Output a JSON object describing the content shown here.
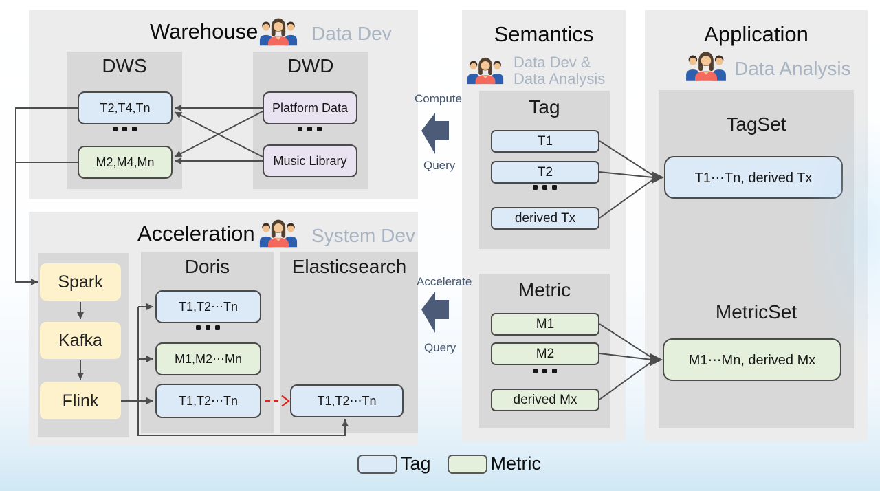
{
  "warehouse": {
    "title": "Warehouse",
    "role": "Data Dev",
    "dws": {
      "title": "DWS",
      "tag_box": "T2,T4,Tn",
      "ellipsis": "...",
      "metric_box": "M2,M4,Mn"
    },
    "dwd": {
      "title": "DWD",
      "box1": "Platform Data",
      "ellipsis": "...",
      "box2": "Music Library"
    }
  },
  "acceleration": {
    "title": "Acceleration",
    "role": "System Dev",
    "pipeline": [
      "Spark",
      "Kafka",
      "Flink"
    ],
    "doris": {
      "title": "Doris",
      "tag_box": "T1,T2⋯Tn",
      "ellipsis": "...",
      "metric_box": "M1,M2⋯Mn",
      "tag_box2": "T1,T2⋯Tn"
    },
    "elasticsearch": {
      "title": "Elasticsearch",
      "tag_box": "T1,T2⋯Tn"
    }
  },
  "semantics": {
    "title": "Semantics",
    "role_line1": "Data Dev &",
    "role_line2": "Data Analysis",
    "tag": {
      "title": "Tag",
      "boxes": [
        "T1",
        "T2"
      ],
      "ellipsis": "...",
      "derived": "derived Tx"
    },
    "metric": {
      "title": "Metric",
      "boxes": [
        "M1",
        "M2"
      ],
      "ellipsis": "...",
      "derived": "derived Mx"
    }
  },
  "application": {
    "title": "Application",
    "role": "Data Analysis",
    "tagset": {
      "title": "TagSet",
      "box": "T1⋯Tn, derived Tx"
    },
    "metricset": {
      "title": "MetricSet",
      "box": "M1⋯Mn, derived Mx"
    }
  },
  "flow_arrows": {
    "compute_label": "Compute",
    "compute_query_label": "Query",
    "accelerate_label": "Accelerate",
    "accelerate_query_label": "Query"
  },
  "legend": {
    "tag_label": "Tag",
    "metric_label": "Metric"
  },
  "colors": {
    "panel_bg": "#ececec",
    "inner_panel_bg": "#d8d8d8",
    "tag_fill": "#dce9f7",
    "metric_fill": "#e4f0db",
    "dimension_fill": "#e9e2f0",
    "pipeline_fill": "#fdf2cc",
    "node_border": "#4a4a4a",
    "arrow": "#4d4d4d",
    "red_arrow": "#de231c",
    "block_arrow": "#4c5b78",
    "flow_label_text": "#46566f",
    "role_text": "#a9b4c3"
  }
}
